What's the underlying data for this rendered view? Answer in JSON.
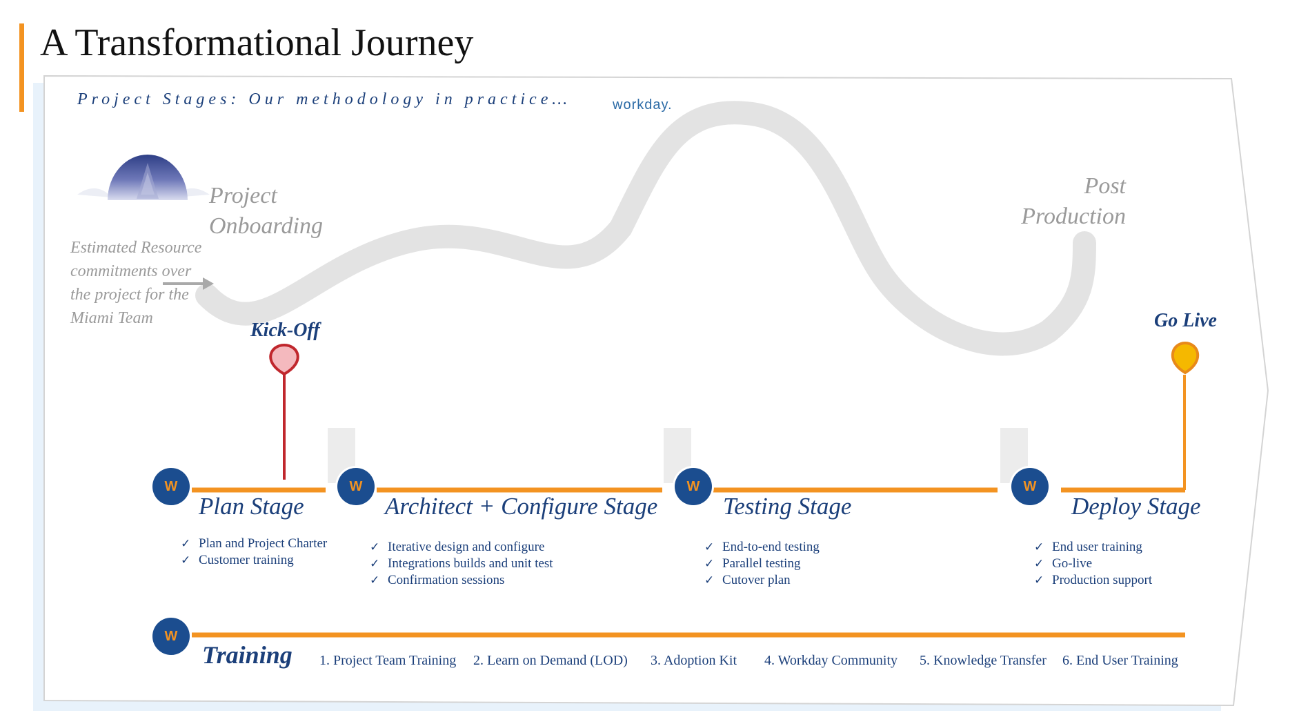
{
  "title": "A Transformational Journey",
  "subtitle": "Project Stages: Our methodology in practice…",
  "brand": "workday.",
  "onboarding_label": "Project Onboarding",
  "post_production_label": "Post Production",
  "resource_note": "Estimated Resource commitments over the project for the Miami Team",
  "milestones": {
    "kickoff": "Kick-Off",
    "golive": "Go Live"
  },
  "badge_letter": "W",
  "stages": [
    {
      "title": "Plan Stage",
      "items": [
        "Plan and Project Charter",
        "Customer training"
      ]
    },
    {
      "title": "Architect + Configure Stage",
      "items": [
        "Iterative design and configure",
        "Integrations builds and unit test",
        "Confirmation sessions"
      ]
    },
    {
      "title": "Testing Stage",
      "items": [
        "End-to-end testing",
        "Parallel testing",
        "Cutover plan"
      ]
    },
    {
      "title": "Deploy Stage",
      "items": [
        "End user training",
        "Go-live",
        "Production support"
      ]
    }
  ],
  "check_mark": "✓",
  "training": {
    "title": "Training",
    "items": [
      "1. Project Team Training",
      "2. Learn on Demand (LOD)",
      "3. Adoption Kit",
      "4. Workday Community",
      "5. Knowledge Transfer",
      "6. End User Training"
    ]
  },
  "colors": {
    "accent": "#F39321",
    "navy": "#1B3F7A",
    "badge": "#1B4D8F",
    "kickoff": "#C0272D",
    "curve": "#e3e3e3"
  }
}
